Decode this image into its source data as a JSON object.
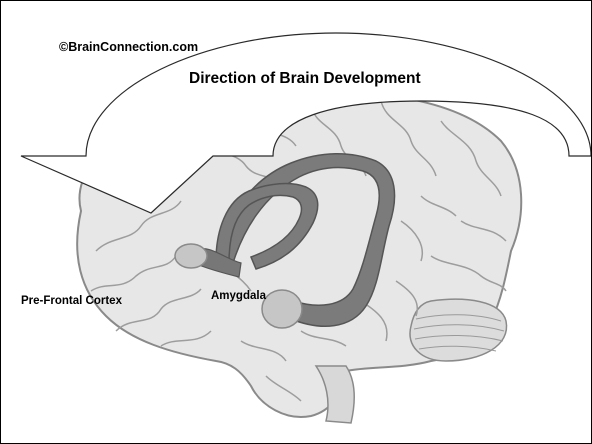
{
  "figure": {
    "copyright": "©BrainConnection.com",
    "arrow_label": "Direction of Brain Development",
    "regions": {
      "prefrontal": "Pre-Frontal Cortex",
      "amygdala": "Amygdala"
    }
  },
  "colors": {
    "background": "#ffffff",
    "brain_fill": "#e7e7e7",
    "brain_outline": "#8a8a8a",
    "limbic_fill": "#7b7b7b",
    "amygdala_fill": "#c6c6c6",
    "arrow_outline": "#2a2a2a"
  }
}
